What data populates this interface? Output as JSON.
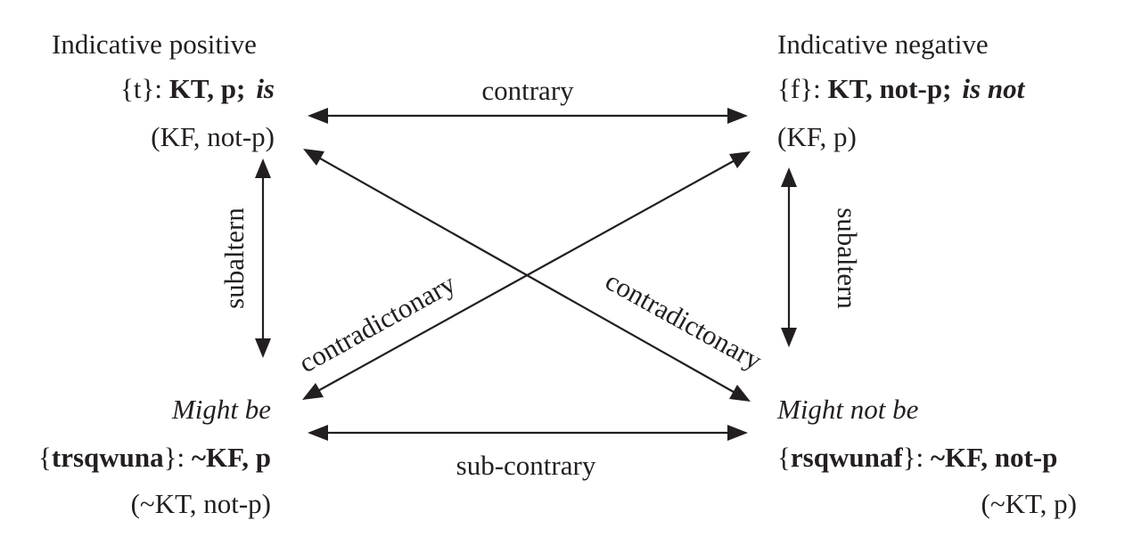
{
  "corners": {
    "top_left": {
      "title": "Indicative positive",
      "formula_open": "{t}: ",
      "formula_main": "KT, p;",
      "formula_verb": "is",
      "paren": "(KF, not-p)"
    },
    "top_right": {
      "title": "Indicative negative",
      "formula_open": "{f}: ",
      "formula_main": "KT, not-p;",
      "formula_verb": "is not",
      "paren": "(KF, p)"
    },
    "bottom_left": {
      "title": "Might be",
      "formula_open": "{",
      "formula_bold": "trsqwuna",
      "formula_close": "}: ",
      "formula_main": "~KF, p",
      "paren": "(~KT, not-p)"
    },
    "bottom_right": {
      "title": "Might not be",
      "formula_open": "{",
      "formula_bold": "rsqwunaf",
      "formula_close": "}: ",
      "formula_main": "~KF, not-p",
      "paren": "(~KT, p)"
    }
  },
  "relations": {
    "contrary": "contrary",
    "sub_contrary": "sub-contrary",
    "subaltern_left": "subaltern",
    "subaltern_right": "subaltern",
    "contradictory_left": "contradictonary",
    "contradictory_right": "contradictonary"
  },
  "colors": {
    "ink": "#231f20",
    "background": "#ffffff"
  }
}
